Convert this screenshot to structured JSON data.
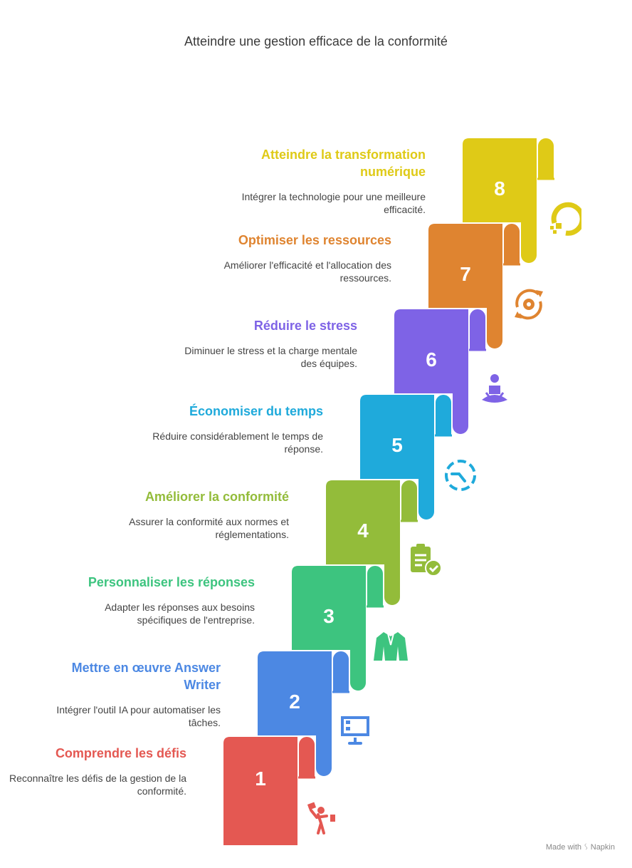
{
  "title": "Atteindre une gestion efficace de la conformité",
  "footer": {
    "made_with": "Made with",
    "brand": "Napkin"
  },
  "steps": [
    {
      "number": "1",
      "title": "Comprendre les défis",
      "description": "Reconnaître les défis de la gestion de la conformité.",
      "color": "#E45852",
      "icon": "worker-juggling-icon"
    },
    {
      "number": "2",
      "title": "Mettre en œuvre Answer Writer",
      "description": "Intégrer l'outil IA pour automatiser les tâches.",
      "color": "#4C88E3",
      "icon": "monitor-icon"
    },
    {
      "number": "3",
      "title": "Personnaliser les réponses",
      "description": "Adapter les réponses aux besoins spécifiques de l'entreprise.",
      "color": "#3DC47F",
      "icon": "suit-icon"
    },
    {
      "number": "4",
      "title": "Améliorer la conformité",
      "description": "Assurer la conformité aux normes et réglementations.",
      "color": "#93BC3A",
      "icon": "clipboard-check-icon"
    },
    {
      "number": "5",
      "title": "Économiser du temps",
      "description": "Réduire considérablement le temps de réponse.",
      "color": "#1FAADB",
      "icon": "timer-icon"
    },
    {
      "number": "6",
      "title": "Réduire le stress",
      "description": "Diminuer le stress et la charge mentale des équipes.",
      "color": "#7E63E6",
      "icon": "meditation-icon"
    },
    {
      "number": "7",
      "title": "Optimiser les ressources",
      "description": "Améliorer l'efficacité et l'allocation des ressources.",
      "color": "#DF8430",
      "icon": "gear-refresh-icon"
    },
    {
      "number": "8",
      "title": "Atteindre la transformation numérique",
      "description": "Intégrer la technologie pour une meilleure efficacité.",
      "color": "#DFCA17",
      "icon": "digital-transform-icon"
    }
  ]
}
